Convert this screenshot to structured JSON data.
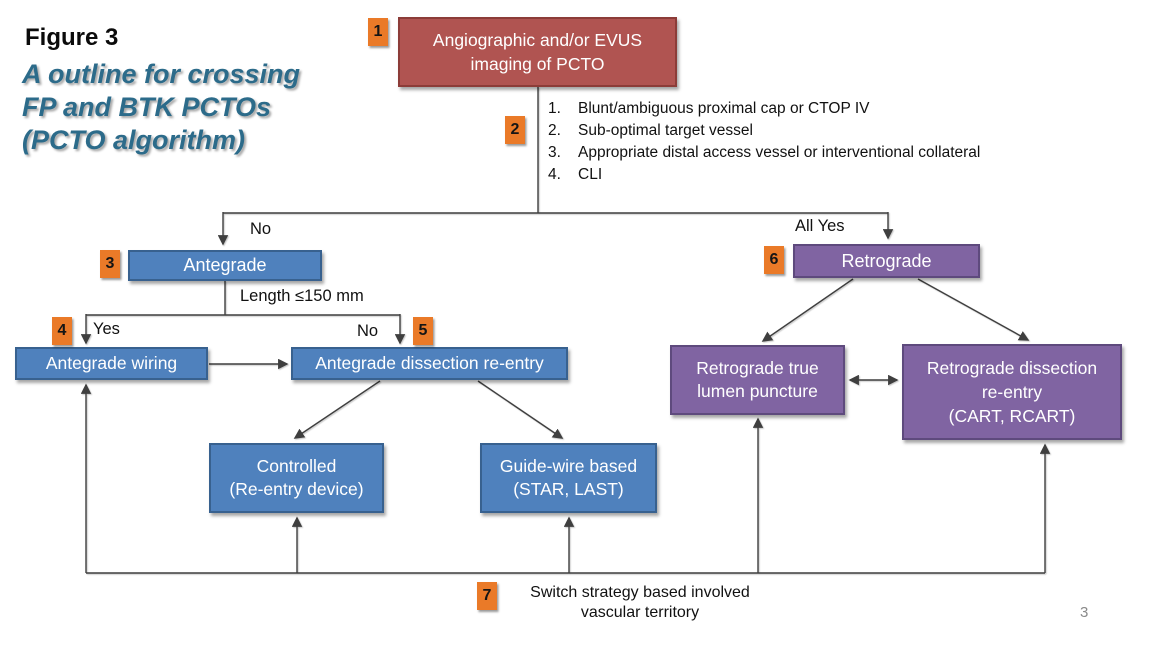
{
  "title": {
    "figure": "Figure 3",
    "subtitle": [
      "A outline for crossing",
      "FP and BTK PCTOs",
      "(PCTO algorithm)"
    ]
  },
  "colors": {
    "red_node": "#b05451",
    "red_border": "#8c3c38",
    "blue_node": "#4f81bd",
    "blue_border": "#38618f",
    "purple_node": "#8064a2",
    "purple_border": "#5e4a7d",
    "badge_orange": "#ea7a28",
    "title_teal": "#2c6b8a",
    "line": "#3f3f3f"
  },
  "nodes": {
    "imaging": {
      "badge": "1",
      "lines": [
        "Angiographic and/or EVUS",
        "imaging of PCTO"
      ]
    },
    "antegrade": {
      "badge": "3",
      "lines": [
        "Antegrade"
      ]
    },
    "retrograde": {
      "badge": "6",
      "lines": [
        "Retrograde"
      ]
    },
    "antegrade_wiring": {
      "badge": "4",
      "lines": [
        "Antegrade wiring"
      ]
    },
    "antegrade_dissection": {
      "badge": "5",
      "lines": [
        "Antegrade dissection re-entry"
      ]
    },
    "controlled": {
      "lines": [
        "Controlled",
        "(Re-entry device)"
      ]
    },
    "guidewire": {
      "lines": [
        "Guide-wire based",
        "(STAR, LAST)"
      ]
    },
    "retro_true_lumen": {
      "lines": [
        "Retrograde true",
        "lumen puncture"
      ]
    },
    "retro_dissection": {
      "lines": [
        "Retrograde dissection",
        "re-entry",
        "(CART, RCART)"
      ]
    }
  },
  "criteria": {
    "badge": "2",
    "items": [
      {
        "num": "1.",
        "text": "Blunt/ambiguous proximal cap or CTOP IV"
      },
      {
        "num": "2.",
        "text": "Sub-optimal target vessel"
      },
      {
        "num": "3.",
        "text": "Appropriate distal access vessel or interventional collateral"
      },
      {
        "num": "4.",
        "text": "CLI"
      }
    ]
  },
  "edge_labels": {
    "no_top": "No",
    "all_yes": "All Yes",
    "length": "Length ≤150 mm",
    "yes": "Yes",
    "no_branch": "No"
  },
  "switch_note": {
    "badge": "7",
    "lines": [
      "Switch strategy based involved",
      "vascular territory"
    ]
  },
  "page_number": "3"
}
